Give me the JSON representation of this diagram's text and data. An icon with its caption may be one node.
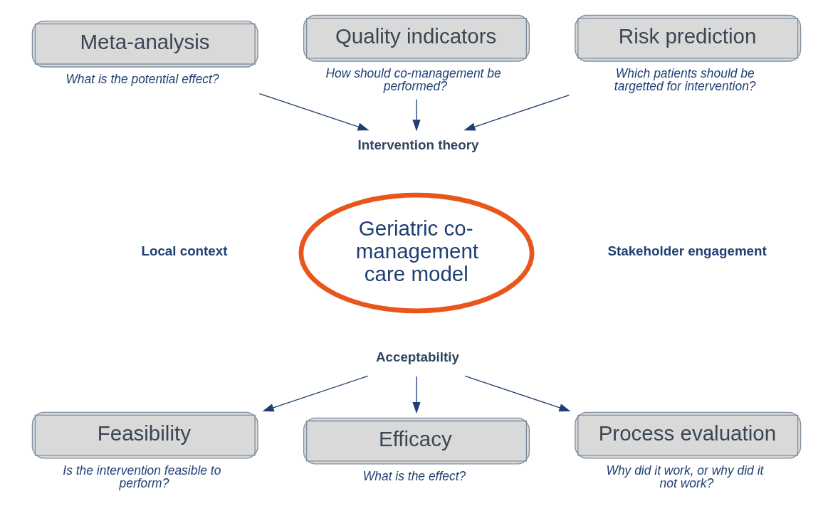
{
  "diagram": {
    "nodes": [
      {
        "text": [
          "Meta-analysis"
        ],
        "beside": [
          "What is the potential effect?"
        ]
      },
      {
        "text": [
          "Quality indicators"
        ],
        "beside": [
          "How should co-management be performed?"
        ]
      },
      {
        "text": [
          "Risk prediction"
        ],
        "beside": [
          "Which patients should be targetted for intervention?"
        ]
      },
      {
        "text": [
          "Intervention theory"
        ]
      },
      {
        "text": [
          "Geriatric co-management care model"
        ]
      },
      {
        "text": [
          "Acceptabiltiy"
        ]
      },
      {
        "text": [
          "Feasibility"
        ],
        "beside": [
          "Is the intervention feasible to perform?"
        ]
      },
      {
        "text": [
          "Efficacy"
        ],
        "beside": [
          "What is the effect?"
        ]
      },
      {
        "text": [
          "Process evaluation"
        ],
        "beside": [
          "Why did it work, or why did it not work?"
        ]
      }
    ],
    "edges": [
      {
        "from": 0,
        "to": 3,
        "arrow": "to"
      },
      {
        "from": 1,
        "to": 3,
        "arrow": "to"
      },
      {
        "from": 2,
        "to": 3,
        "arrow": "to"
      },
      {
        "from": 5,
        "to": 6,
        "arrow": "to"
      },
      {
        "from": 5,
        "to": 7,
        "arrow": "to"
      },
      {
        "from": 5,
        "to": 8,
        "arrow": "to"
      }
    ],
    "labels": [
      "Local context",
      "Stakeholder engagement"
    ]
  }
}
